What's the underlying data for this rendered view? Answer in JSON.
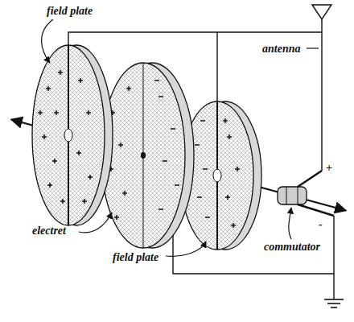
{
  "diagram": {
    "labels": [
      "field plate",
      "antenna",
      "electret",
      "field plate",
      "commutator",
      "+",
      "-"
    ]
  }
}
